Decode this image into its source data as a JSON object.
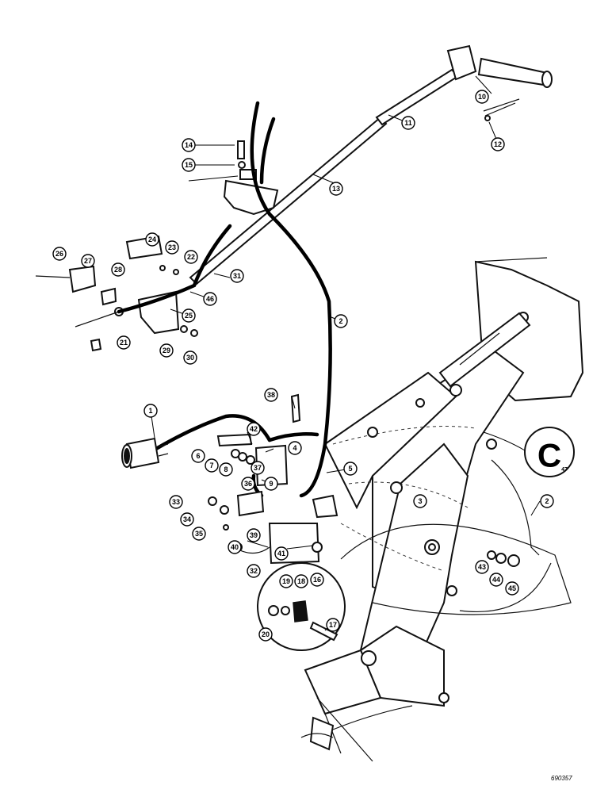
{
  "callouts": [
    "1",
    "2",
    "2",
    "3",
    "4",
    "5",
    "6",
    "7",
    "8",
    "9",
    "10",
    "11",
    "12",
    "13",
    "14",
    "15",
    "16",
    "17",
    "18",
    "19",
    "20",
    "21",
    "22",
    "23",
    "24",
    "25",
    "26",
    "27",
    "28",
    "29",
    "30",
    "31",
    "32",
    "33",
    "34",
    "35",
    "36",
    "37",
    "38",
    "39",
    "40",
    "41",
    "42",
    "43",
    "44",
    "45",
    "46",
    "47"
  ],
  "detail_label": "C",
  "detail_ref": "47",
  "drawing_code": "690357"
}
